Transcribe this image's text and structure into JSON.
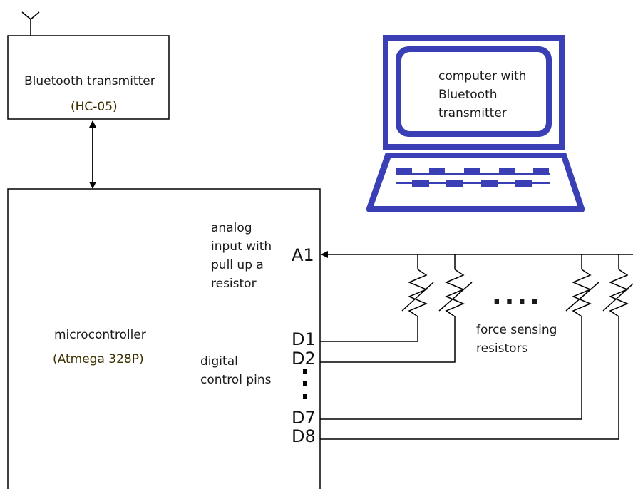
{
  "bluetooth_module": {
    "title": "Bluetooth transmitter",
    "model": "(HC-05)"
  },
  "computer": {
    "line1": "computer with",
    "line2": "Bluetooth",
    "line3": "transmitter"
  },
  "microcontroller": {
    "title": "microcontroller",
    "model": "(Atmega 328P)"
  },
  "analog_input": {
    "line1": "analog",
    "line2": "input with",
    "line3": "pull up a",
    "line4": "resistor"
  },
  "digital_pins_label": {
    "line1": "digital",
    "line2": "control pins"
  },
  "sensors_label": {
    "line1": "force sensing",
    "line2": "resistors"
  },
  "pins": {
    "a1": "A1",
    "d1": "D1",
    "d2": "D2",
    "d7": "D7",
    "d8": "D8"
  },
  "ellipsis_horizontal": "....",
  "colors": {
    "computer_blue": "#3a3fb5",
    "line": "#000000",
    "label_dark_olive": "#3d3000"
  }
}
